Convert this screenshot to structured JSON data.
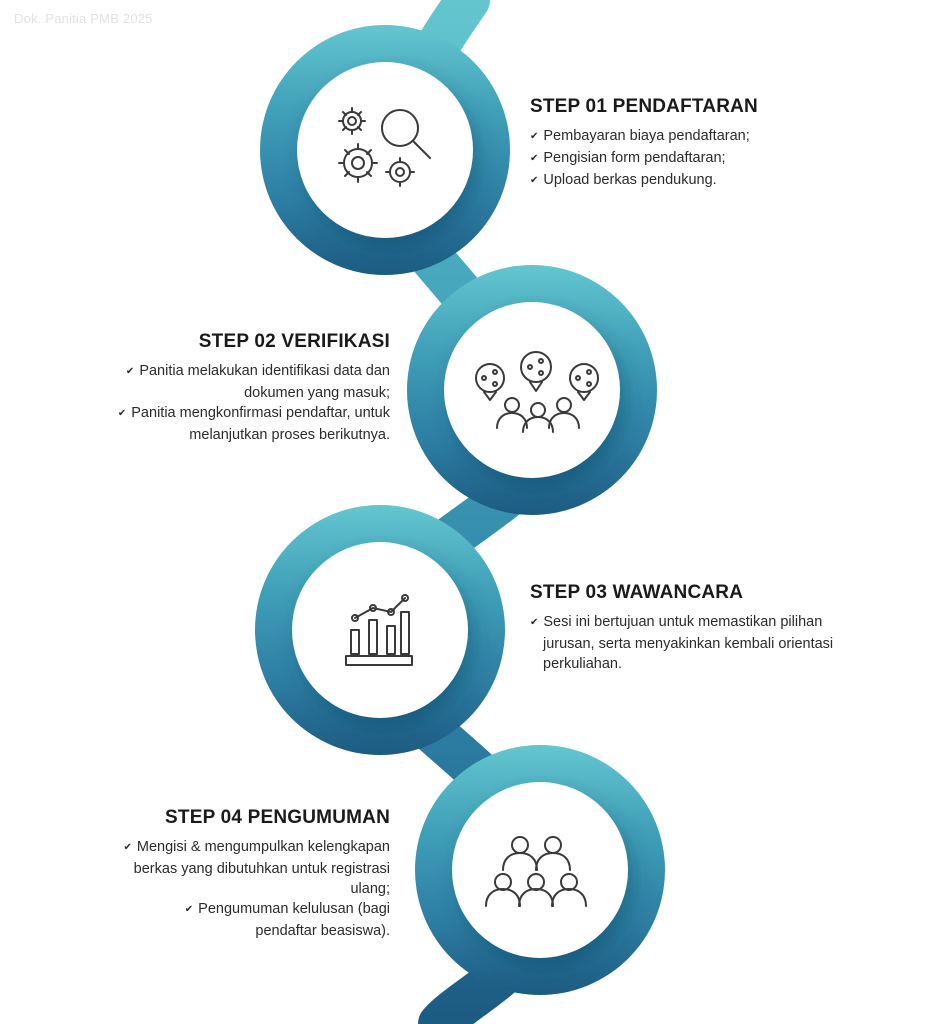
{
  "watermark": "Dok. Panitia PMB 2025",
  "colors": {
    "ribbon_top": "#5fc1cc",
    "ribbon_bottom": "#1e5f86",
    "circle": "#ffffff",
    "icon_stroke": "#3a3a3a"
  },
  "steps": [
    {
      "title": "STEP 01 PENDAFTARAN",
      "icon": "gears-magnifier-icon",
      "items": [
        "Pembayaran biaya pendaftaran;",
        "Pengisian form pendaftaran;",
        "Upload berkas pendukung."
      ]
    },
    {
      "title": "STEP 02 VERIFIKASI",
      "icon": "team-share-icon",
      "items": [
        "Panitia melakukan identifikasi data dan dokumen yang masuk;",
        "Panitia mengkonfirmasi pendaftar, untuk melanjutkan proses berikutnya."
      ]
    },
    {
      "title": "STEP 03 WAWANCARA",
      "icon": "growth-chart-icon",
      "items": [
        "Sesi ini bertujuan untuk memastikan pilihan jurusan, serta menyakinkan kembali orientasi perkuliahan."
      ]
    },
    {
      "title": "STEP 04 PENGUMUMAN",
      "icon": "group-people-icon",
      "items": [
        "Mengisi & mengumpulkan kelengkapan berkas yang dibutuhkan untuk registrasi ulang;",
        "Pengumuman kelulusan (bagi pendaftar beasiswa)."
      ]
    }
  ]
}
